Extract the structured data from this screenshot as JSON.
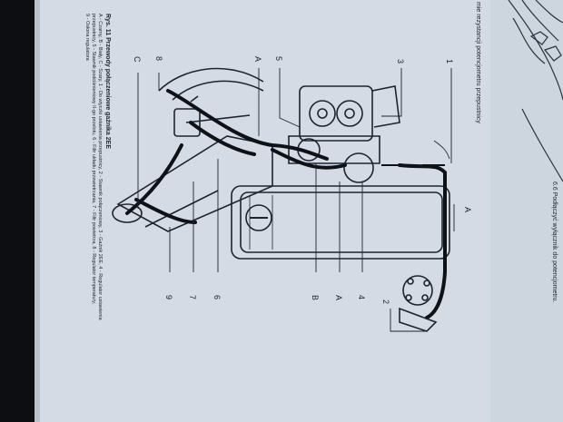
{
  "header": {
    "top_left_text": "mie rezystancji potencjometru przepustnicy",
    "top_right_text": "6.6 Podłączyć wyłącznik do potencjometru."
  },
  "figure": {
    "caption_title": "Rys. 11 Przewody połączeniowe gaźnika 2EE",
    "caption_line1": "A - Czarny, B - Biały, C - Szary, 1 - Do wtyczki ustawienia przepustnicy, 2 - Stawnik połączeniowy, 3 - Gaźnik 2EE, 4 - Regulator ustawienia",
    "caption_line2": "przepustnicy, 5 - Stawnik podciśnieniowy II-go przelotu, 6 - Filtr układu przewietrzania, 7 - Filtr powietrza, 8 - Regulator temperatury,",
    "caption_line3": "9 - Osłona regulatora",
    "callouts": [
      "1",
      "2",
      "3",
      "4",
      "5",
      "6",
      "7",
      "8",
      "9",
      "A",
      "B",
      "C"
    ]
  },
  "colors": {
    "paper": "#d4dbe4",
    "ink": "#1c2430",
    "background": "#0c0e12"
  }
}
